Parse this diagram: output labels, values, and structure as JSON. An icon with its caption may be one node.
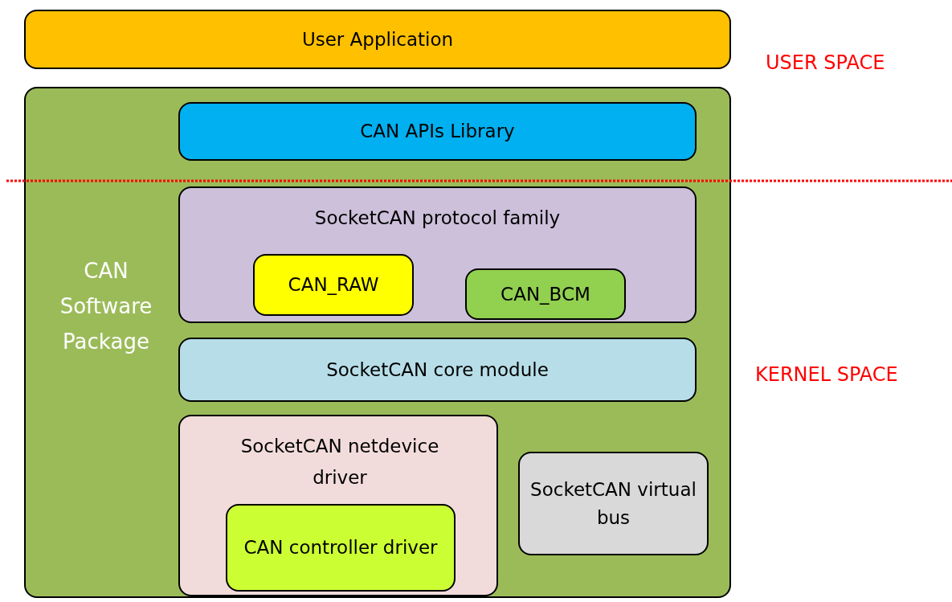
{
  "diagram": {
    "nodes": [
      {
        "text": [
          "User Application"
        ]
      },
      {
        "text": [
          "CAN Software Package"
        ]
      },
      {
        "text": [
          "CAN APIs Library"
        ],
        "in": 1
      },
      {
        "text": [
          "SocketCAN protocol family"
        ],
        "in": 1
      },
      {
        "text": [
          "CAN_RAW"
        ],
        "in": 3
      },
      {
        "text": [
          "CAN_BCM"
        ],
        "in": 3
      },
      {
        "text": [
          "SocketCAN core module"
        ],
        "in": 1
      },
      {
        "text": [
          "SocketCAN netdevice driver"
        ],
        "in": 1
      },
      {
        "text": [
          "CAN controller driver"
        ],
        "in": 7
      },
      {
        "text": [
          "SocketCAN virtual bus"
        ],
        "in": 1
      }
    ],
    "edges": [],
    "labels": [
      "USER SPACE",
      "KERNEL SPACE"
    ]
  }
}
